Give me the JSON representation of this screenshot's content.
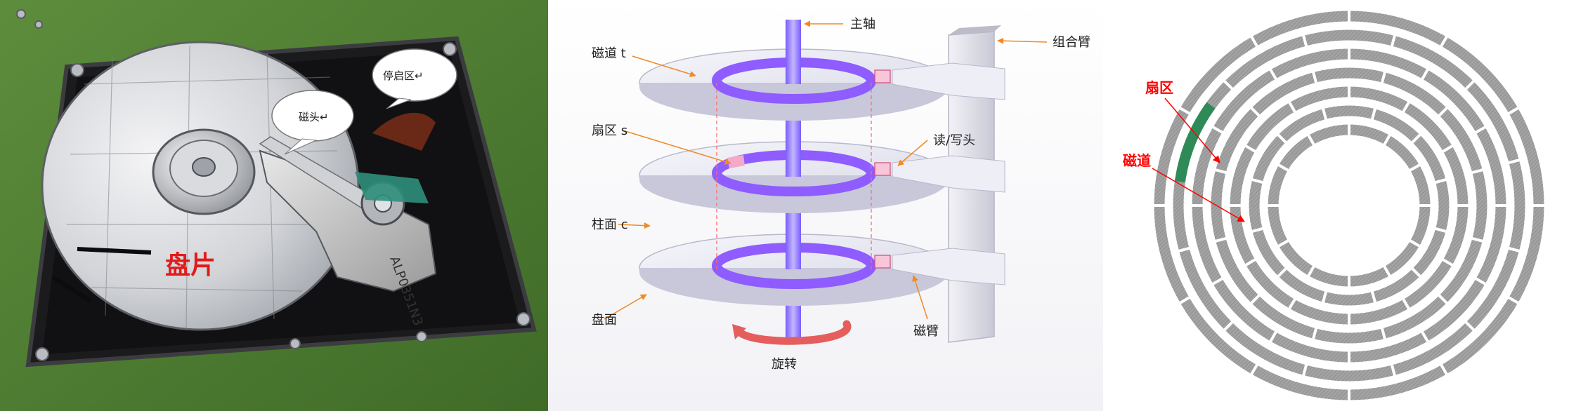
{
  "photo": {
    "platter_label": "盘片",
    "head_callout": "磁头↵",
    "parking_callout": "停启区↵",
    "arm_print": "ALP0351N3"
  },
  "disk3d": {
    "spindle": "主轴",
    "track": "磁道 t",
    "arm_assembly": "组合臂",
    "sector": "扇区 s",
    "rw_head": "读/写头",
    "cylinder": "柱面 c",
    "surface": "盘面",
    "head_arm": "磁臂",
    "rotation": "旋转"
  },
  "platter": {
    "sector_label": "扇区",
    "track_label": "磁道",
    "track_count": 7,
    "segments_per_track": 12,
    "colors": {
      "track": "#9a9a9a",
      "sector_highlight": "#2e8b57",
      "label": "#ff0000"
    }
  }
}
